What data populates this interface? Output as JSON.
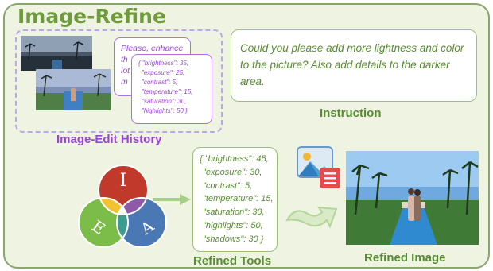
{
  "title": "Image-Refine",
  "history": {
    "label": "Image-Edit History",
    "note_text": "Please, enhance th... lot... m...",
    "note_lines": [
      "Please, enhance",
      "th",
      "lot",
      "m"
    ],
    "params": [
      "{ \"brightness\": 35,",
      "\"exposure\": 25,",
      "\"contrast\": 5,",
      "\"temperature\": 15,",
      "\"saturation\": 30,",
      "\"highlights\": 50 }"
    ]
  },
  "instruction": {
    "text": "Could you please add more lightness and color to the picture? Also add details to the darker area.",
    "label": "Instruction"
  },
  "tools": {
    "label": "Refined Tools",
    "lines": [
      "{ \"brightness\": 45,",
      "\"exposure\": 30,",
      "\"contrast\": 5,",
      "\"temperature\": 15,",
      "\"saturation\": 30,",
      "\"highlights\": 50,",
      "\"shadows\": 30 }"
    ]
  },
  "venn": {
    "letters": [
      "I",
      "E",
      "A"
    ],
    "colors": [
      "#c0392b",
      "#7cbd4a",
      "#4a78b5",
      "#f2c230",
      "#8e5aa8",
      "#3c9c8f"
    ]
  },
  "refined_image": {
    "label": "Refined Image"
  },
  "icons": [
    "image-icon",
    "tool-list-icon",
    "arrow-icon"
  ],
  "colors": {
    "accent_green": "#6f9a3e",
    "history_purple": "#9a45d8",
    "border_green": "#8aa66a"
  }
}
